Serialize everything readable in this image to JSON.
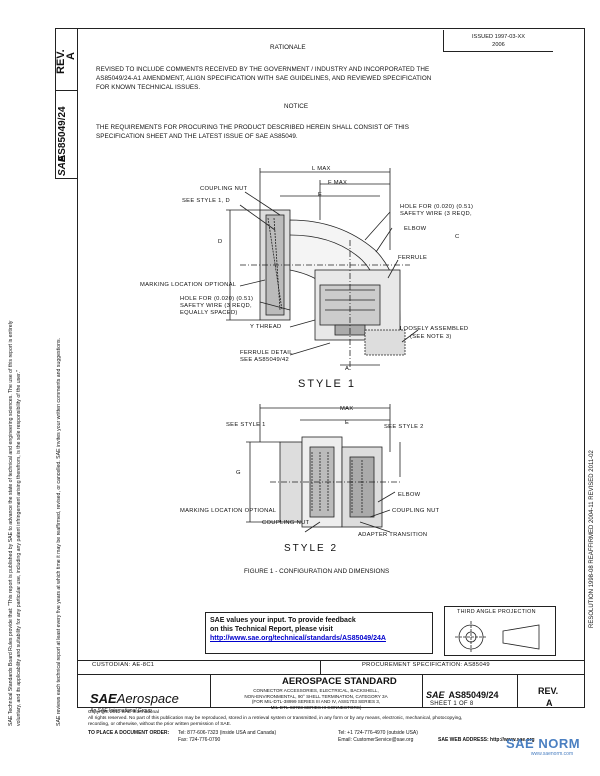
{
  "left_margin": {
    "line1": "SAE Technical Standards Board Rules provide that: \"This report is published by SAE to advance the state of technical and engineering sciences. The use of this report is entirely",
    "line2": "voluntary, and its applicability and suitability for any particular use, including any patent infringement arising therefrom, is the sole responsibility of the user.\"",
    "line3": "SAE reviews each technical report at least every five years at which time it may be reaffirmed, revised, or cancelled. SAE invites your written comments and suggestions."
  },
  "header": {
    "issued": "ISSUED 1997-03-XX",
    "issued_line2": "2006",
    "rev_label": "REV.",
    "rev_value": "A",
    "doc_side": "AS85049/24",
    "sae_logo_side": "SAE"
  },
  "rationale": {
    "heading": "RATIONALE",
    "line1": "REVISED TO INCLUDE COMMENTS RECEIVED BY THE GOVERNMENT / INDUSTRY AND INCORPORATED THE",
    "line2": "AS85049/24-A1 AMENDMENT, ALIGN SPECIFICATION WITH SAE GUIDELINES, AND REVIEWED SPECIFICATION",
    "line3": "FOR KNOWN TECHNICAL ISSUES."
  },
  "notice": {
    "heading": "NOTICE",
    "line1": "THE REQUIREMENTS FOR PROCURING THE PRODUCT DESCRIBED HEREIN SHALL CONSIST OF THIS",
    "line2": "SPECIFICATION SHEET AND THE LATEST ISSUE OF SAE AS85049."
  },
  "style1": {
    "caption": "STYLE 1",
    "coupling_nut": "COUPLING NUT",
    "see_style": "SEE STYLE 1, D",
    "l_max": "L MAX",
    "f_max": "F MAX",
    "e": "E",
    "hole_safety": "HOLE FOR (0.020) (0.51)",
    "hole_safety2": "SAFETY WIRE (3 REQD,",
    "elbow": "ELBOW",
    "c": "C",
    "ferrule": "FERRULE",
    "d": "D",
    "marking": "MARKING LOCATION OPTIONAL",
    "hole2": "HOLE FOR (0.020) (0.51)",
    "hole2b": "SAFETY WIRE (3 REQD,",
    "hole2c": "EQUALLY SPACED)",
    "y_thread": "Y THREAD",
    "loosely": "LOOSELY ASSEMBLED",
    "loosely2": "(SEE NOTE 3)",
    "ferrule_detail": "FERRULE DETAIL",
    "ferrule_detail2": "SEE AS85049/42",
    "a": "A"
  },
  "style2": {
    "caption": "STYLE 2",
    "see_style": "SEE STYLE 1",
    "max": "MAX",
    "e": "E",
    "see_style2": "SEE STYLE 2",
    "g": "G",
    "elbow": "ELBOW",
    "marking": "MARKING LOCATION OPTIONAL",
    "coupling_nut": "COUPLING NUT",
    "coupling_nut2": "COUPLING NUT",
    "adapter": "ADAPTER TRANSITION"
  },
  "figure_caption": "FIGURE 1 - CONFIGURATION AND DIMENSIONS",
  "feedback": {
    "line1": "SAE values your input. To provide feedback",
    "line2": "on this Technical Report, please visit",
    "link": "http://www.sae.org/technical/standards/AS85049/24A"
  },
  "third_angle": "THIRD ANGLE PROJECTION",
  "right_margin": "RESOLUTION 1998-08   REAFFIRMED 2004-11   REVISED 2011-02",
  "title_block": {
    "custodian": "CUSTODIAN: AE-8C1",
    "procurement": "PROCUREMENT SPECIFICATION: AS85049",
    "standard": "AEROSPACE STANDARD",
    "brand_sae": "SAE",
    "brand_aero": "Aerospace",
    "brand_sub": "An SAE International Group",
    "desc1": "CONNECTOR ACCESSORIES, ELECTRICAL, BACKSHELL,",
    "desc2": "NON-ENVIRONMENTAL, 90° SHELL TERMINATION, CATEGORY 3A",
    "desc3": "(FOR MIL-DTL-38999 SERIES III AND IV, AS81703 SERIES 3,",
    "desc4": "MIL-DTL-83723 SERIES III CONNECTORS)",
    "doc": "AS85049/24",
    "sheet": "SHEET 1 OF 8",
    "rev_label": "REV.",
    "rev_value": "A"
  },
  "footer": {
    "copyright": "Copyright 2011 SAE International",
    "rights": "All rights reserved. No part of this publication may be reproduced, stored in a retrieval system or transmitted, in any form or by any means, electronic, mechanical, photocopying,",
    "rights2": "recording, or otherwise, without the prior written permission of SAE.",
    "order": "TO PLACE A DOCUMENT ORDER:",
    "tel1": "Tel: 877-606-7323 (inside USA and Canada)",
    "tel2": "Tel: +1 724-776-4970 (outside USA)",
    "fax": "Fax: 724-776-0790",
    "email": "Email: CustomerService@sae.org",
    "web": "SAE WEB ADDRESS:  http://www.sae.org",
    "watermark": "SAE NORM",
    "watermark_sub": "www.saenorm.com"
  }
}
